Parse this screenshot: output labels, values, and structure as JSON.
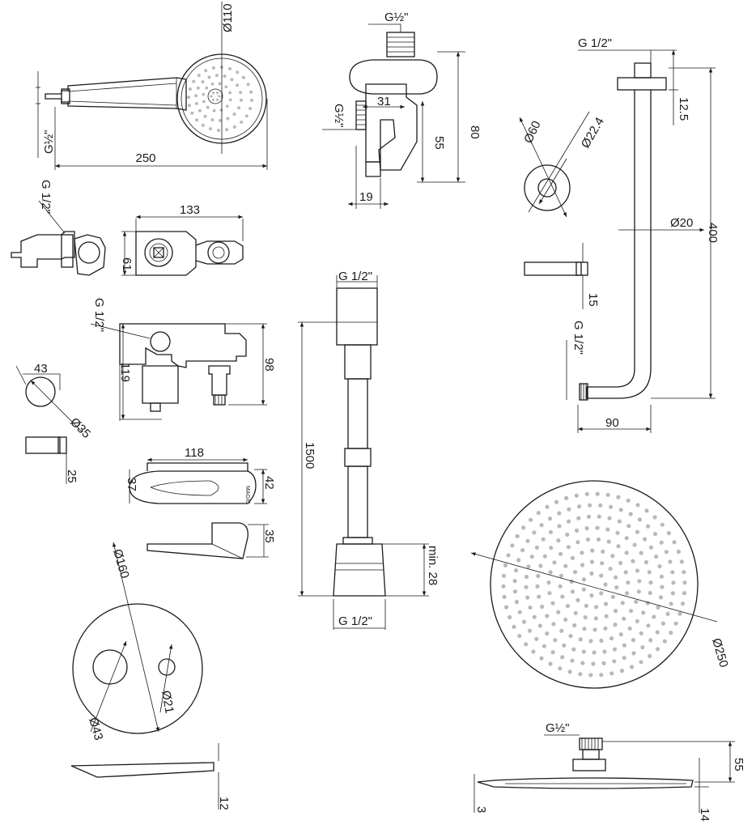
{
  "drawing": {
    "handshower": {
      "d": "Ø110",
      "thread": "G½\"",
      "length": "250"
    },
    "holder": {
      "thread_top": "G½\"",
      "thread_side": "G½\"",
      "w": "31",
      "h1": "80",
      "h2": "55",
      "w2": "19"
    },
    "shower_arm": {
      "thread": "G 1/2\"",
      "h1": "12.5",
      "h2": "400",
      "d": "Ø20",
      "w": "90",
      "thread2": "G 1/2\"",
      "h3": "15"
    },
    "flange": {
      "d1": "Ø60",
      "d2": "Ø22.4"
    },
    "diverter_body": {
      "thread": "G 1/2\"",
      "w": "133",
      "h": "61"
    },
    "mixer_body": {
      "thread": "G 1/2\"",
      "h1": "119",
      "h2": "98"
    },
    "knob": {
      "w": "43",
      "d": "Ø35",
      "h": "25"
    },
    "lever": {
      "w": "118",
      "h1": "37",
      "h2": "42",
      "h3": "35",
      "brand": "MAGIC"
    },
    "hose": {
      "thread_top": "G 1/2\"",
      "length": "1500",
      "thread_bottom": "G 1/2\"",
      "min": "min. 28"
    },
    "plate": {
      "d": "Ø160",
      "d2": "Ø43",
      "d3": "Ø21",
      "h": "12"
    },
    "rainhead": {
      "d": "Ø250",
      "thread": "G½\"",
      "h1": "55",
      "h2": "14",
      "h3": "3"
    }
  }
}
